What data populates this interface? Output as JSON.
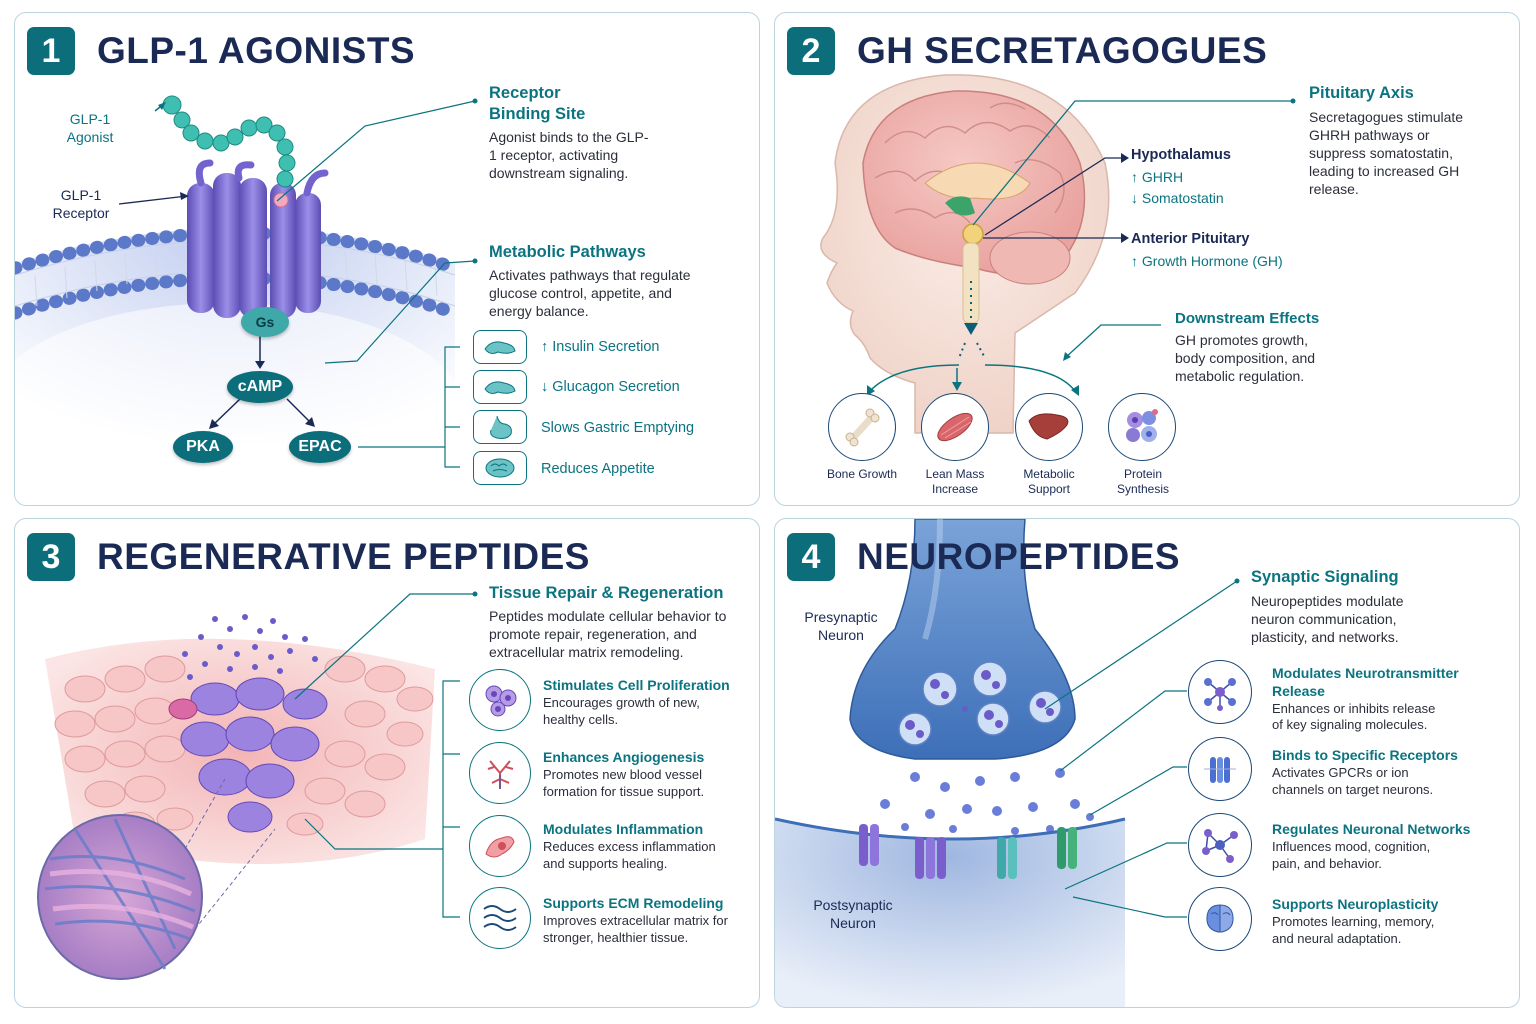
{
  "panel1": {
    "number": "1",
    "title": "GLP-1 AGONISTS",
    "label_agonist_1": "GLP-1",
    "label_agonist_2": "Agonist",
    "label_receptor_1": "GLP-1",
    "label_receptor_2": "Receptor",
    "node_gs": "Gs",
    "node_camp": "cAMP",
    "node_pka": "PKA",
    "node_epac": "EPAC",
    "binding_heading_1": "Receptor",
    "binding_heading_2": "Binding Site",
    "binding_text": "Agonist binds to the GLP-1 receptor, activating downstream signaling.",
    "metabolic_heading": "Metabolic Pathways",
    "metabolic_text": "Activates pathways that regulate glucose control, appetite, and energy balance.",
    "effects": [
      {
        "label": "↑ Insulin Secretion",
        "icon": "pancreas-icon"
      },
      {
        "label": "↓ Glucagon Secretion",
        "icon": "pancreas-icon"
      },
      {
        "label": "Slows Gastric Emptying",
        "icon": "stomach-icon"
      },
      {
        "label": "Reduces Appetite",
        "icon": "brain-icon"
      }
    ]
  },
  "panel2": {
    "number": "2",
    "title": "GH SECRETAGOGUES",
    "pituitary_heading": "Pituitary Axis",
    "pituitary_text": "Secretagogues stimulate GHRH pathways or suppress somatostatin, leading to increased GH release.",
    "hypothalamus_heading": "Hypothalamus",
    "hypothalamus_up": "↑ GHRH",
    "hypothalamus_down": "↓ Somatostatin",
    "anterior_heading": "Anterior Pituitary",
    "anterior_up": "↑ Growth Hormone (GH)",
    "downstream_heading": "Downstream Effects",
    "downstream_text": "GH promotes growth, body composition, and metabolic regulation.",
    "outcomes": [
      {
        "l1": "Bone Growth",
        "l2": "",
        "icon": "bone-icon"
      },
      {
        "l1": "Lean Mass",
        "l2": "Increase",
        "icon": "muscle-icon"
      },
      {
        "l1": "Metabolic",
        "l2": "Support",
        "icon": "liver-icon"
      },
      {
        "l1": "Protein",
        "l2": "Synthesis",
        "icon": "cells-icon"
      }
    ]
  },
  "panel3": {
    "number": "3",
    "title": "REGENERATIVE PEPTIDES",
    "repair_heading": "Tissue Repair & Regeneration",
    "repair_text": "Peptides modulate cellular behavior to promote repair, regeneration, and extracellular matrix remodeling.",
    "benefits": [
      {
        "heading": "Stimulates Cell Proliferation",
        "text": "Encourages growth of new, healthy cells.",
        "icon": "cell-cluster-icon"
      },
      {
        "heading": "Enhances Angiogenesis",
        "text": "Promotes new blood vessel formation for tissue support.",
        "icon": "blood-vessel-icon"
      },
      {
        "heading": "Modulates Inflammation",
        "text": "Reduces excess inflammation and supports healing.",
        "icon": "inflamed-cell-icon"
      },
      {
        "heading": "Supports ECM Remodeling",
        "text": "Improves extracellular matrix for stronger, healthier tissue.",
        "icon": "wave-fibers-icon"
      }
    ]
  },
  "panel4": {
    "number": "4",
    "title": "NEUROPEPTIDES",
    "presynaptic_1": "Presynaptic",
    "presynaptic_2": "Neuron",
    "postsynaptic_1": "Postsynaptic",
    "postsynaptic_2": "Neuron",
    "synaptic_heading": "Synaptic Signaling",
    "synaptic_text": "Neuropeptides modulate neuron communication, plasticity, and networks.",
    "functions": [
      {
        "heading": "Modulates Neurotransmitter Release",
        "text": "Enhances or inhibits release of key signaling molecules.",
        "icon": "molecule-icon"
      },
      {
        "heading": "Binds to Specific Receptors",
        "text": "Activates GPCRs or ion channels on target neurons.",
        "icon": "receptor-icon"
      },
      {
        "heading": "Regulates Neuronal Networks",
        "text": "Influences mood, cognition, pain, and behavior.",
        "icon": "network-icon"
      },
      {
        "heading": "Supports Neuroplasticity",
        "text": "Promotes learning, memory, and neural adaptation.",
        "icon": "brain-icon"
      }
    ]
  }
}
